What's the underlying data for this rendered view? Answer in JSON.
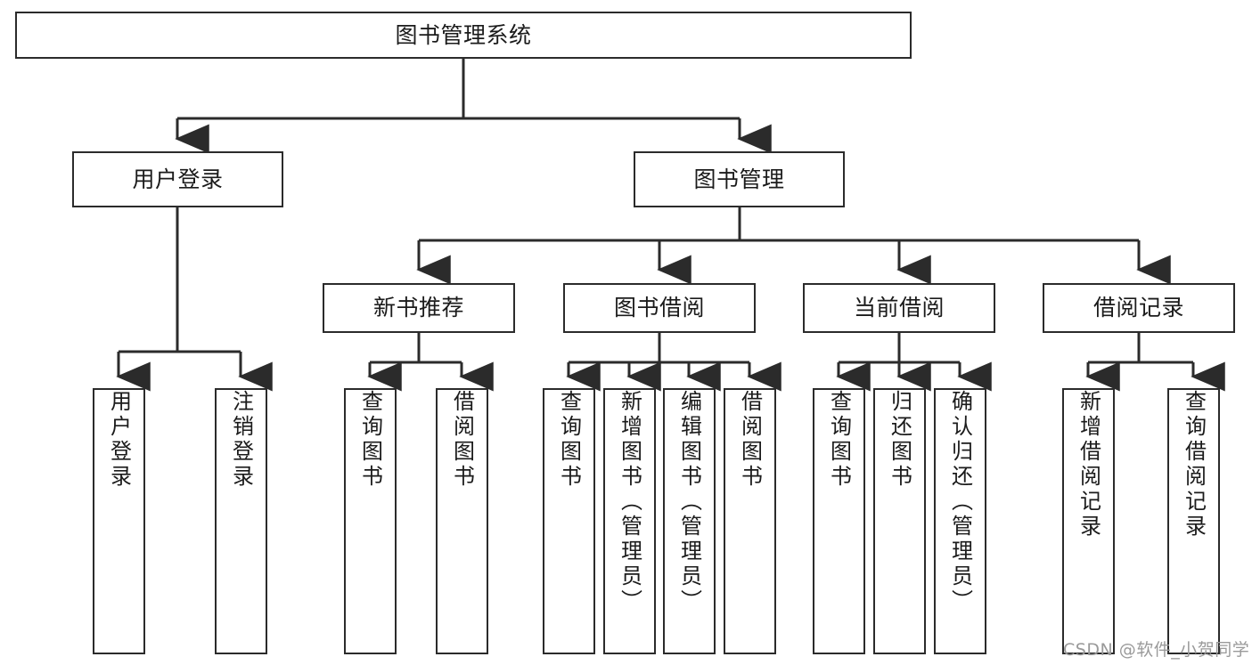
{
  "diagram": {
    "type": "tree-hierarchy",
    "title": "图书管理系统",
    "watermark": "CSDN @软件_小贺同学",
    "colors": {
      "box_border": "#2b2b2b",
      "box_fill": "#ffffff",
      "connector": "#2b2b2b",
      "text": "#1b1b1b",
      "watermark": "#9a9a9a"
    },
    "levels": {
      "root": {
        "label": "图书管理系统"
      },
      "level2": [
        {
          "label": "用户登录"
        },
        {
          "label": "图书管理"
        }
      ],
      "level3": [
        {
          "label": "新书推荐"
        },
        {
          "label": "图书借阅"
        },
        {
          "label": "当前借阅"
        },
        {
          "label": "借阅记录"
        }
      ],
      "leaves": {
        "user_login": [
          {
            "label": "用户登录"
          },
          {
            "label": "注销登录"
          }
        ],
        "new_book_recommend": [
          {
            "label": "查询图书"
          },
          {
            "label": "借阅图书"
          }
        ],
        "book_borrow": [
          {
            "label": "查询图书"
          },
          {
            "label": "新增图书（管理员）"
          },
          {
            "label": "编辑图书（管理员）"
          },
          {
            "label": "借阅图书"
          }
        ],
        "current_borrow": [
          {
            "label": "查询图书"
          },
          {
            "label": "归还图书"
          },
          {
            "label": "确认归还（管理员）"
          }
        ],
        "borrow_record": [
          {
            "label": "新增借阅记录"
          },
          {
            "label": "查询借阅记录"
          }
        ]
      }
    }
  }
}
